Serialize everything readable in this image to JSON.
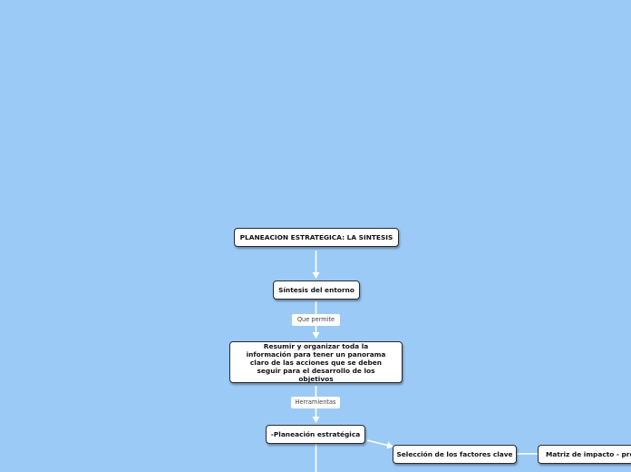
{
  "diagram": {
    "colors": {
      "background": "#9ccaf6",
      "node_fill": "#ffffff",
      "node_border": "#2b2b2b",
      "connector": "#ffffff"
    },
    "nodes": {
      "root": "PLANEACION ESTRATEGICA: LA SINTESIS",
      "sintesis_entorno": "Síntesis del entorno",
      "resumir": "Resumir y organizar toda la información para tener un panorama claro de las acciones que se deben seguir para el desarrollo de los objetivos",
      "planeacion": "-Planeación estratégica",
      "seleccion": "Selección de los factores clave",
      "matriz": "Matriz de impacto - prob"
    },
    "edge_labels": {
      "que_permite": "Que permite",
      "herramientas": "Herramientas"
    }
  }
}
